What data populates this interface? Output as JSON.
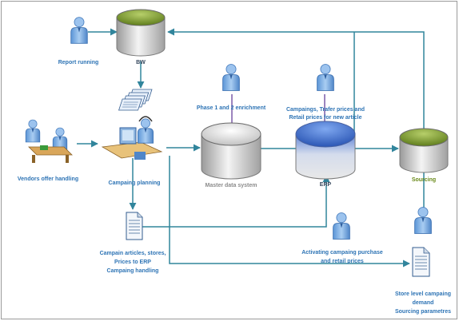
{
  "nodes": {
    "report_running": "Report running",
    "bw": "BW",
    "vendors": "Vendors offer handling",
    "planning": "Campaing planning",
    "phase": "Phase 1 and 2 enrichment",
    "master": "Master data system",
    "campaigns_line1": "Campaings, Trafer prices and",
    "campaigns_line2": "Retail prices for new article",
    "erp": "ERP",
    "sourcing": "Sourcing",
    "campaign_articles_line1": "Campain articles, stores,",
    "campaign_articles_line2": "Prices to ERP",
    "campaign_articles_line3": "Campaing handling",
    "activating_line1": "Activating campaing purchase",
    "activating_line2": "and retail prices",
    "store_line1": "Store level campaing",
    "store_line2": "demand",
    "store_line3": "Sourcing parametres"
  },
  "colors": {
    "connector": "#31859c",
    "purple_connector": "#7a5aa8",
    "label_blue": "#2e74b5",
    "cyl_gray": "#c8c8c8",
    "cyl_green": "#7a9a2e",
    "cyl_blue": "#3a6ac8"
  },
  "icons": [
    "person-icon",
    "database-icon",
    "documents-stack-icon",
    "document-icon",
    "meeting-icon",
    "workstation-icon"
  ]
}
